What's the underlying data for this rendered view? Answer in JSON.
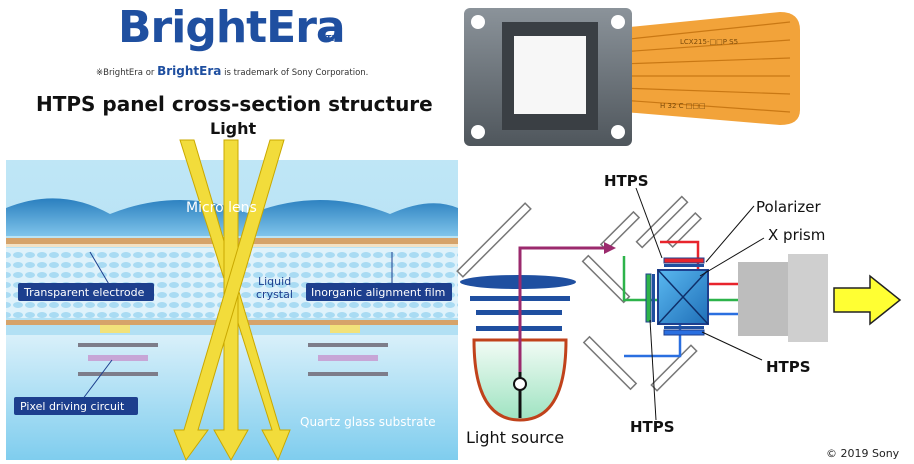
{
  "logo": {
    "text": "BrightEra",
    "tm": "TM"
  },
  "trademark": {
    "prefix": "※BrightEra or ",
    "brand": "BrightEra",
    "suffix": " is trademark of Sony Corporation."
  },
  "title": "HTPS panel cross-section structure",
  "light_label": "Light",
  "cross_section_labels": {
    "micro_lens": "Micro lens",
    "liquid_crystal_line1": "Liquid",
    "liquid_crystal_line2": "crystal",
    "transparent_electrode": "Transparent electrode",
    "inorganic_alignment_film": "Inorganic alignment film",
    "pixel_driving_circuit": "Pixel driving circuit",
    "quartz_glass_substrate": "Quartz glass substrate"
  },
  "projector_labels": {
    "htps_top": "HTPS",
    "polarizer": "Polarizer",
    "x_prism": "X prism",
    "htps_right": "HTPS",
    "htps_bottom": "HTPS",
    "light_source": "Light source"
  },
  "chip_labels": {
    "flex_code_1": "LCX215-□□P S5",
    "flex_code_2": "H 32 C □□□"
  },
  "copyright": "© 2019 Sony",
  "colors": {
    "brand_blue": "#1f4fa0",
    "ray_yellow": "#f2dc3b",
    "label_bg": "#1d3f8e",
    "red_beam": "#e8242c",
    "green_beam": "#2db34a",
    "blue_beam": "#2a6fe0",
    "purple_beam": "#9b2a6d",
    "flex_orange": "#f2a33a"
  }
}
